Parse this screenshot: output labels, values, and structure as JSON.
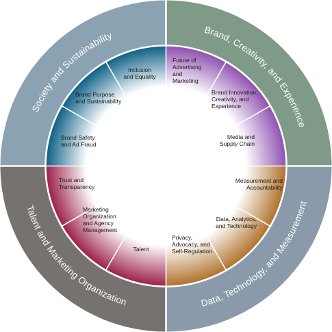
{
  "quadrants": [
    {
      "label": "Brand, Creativity, and Experience",
      "color": "#7f9a87",
      "gradient": "#7f9a87"
    },
    {
      "label": "Data, Technology, and Measurement",
      "color": "#8a9aaa",
      "gradient": "#8a9aaa"
    },
    {
      "label": "Talent and Marketing Organization",
      "color": "#76726f",
      "gradient": "#76726f"
    },
    {
      "label": "Society and Sustainability",
      "color": "#8ba2b2",
      "gradient": "#8ba2b2"
    }
  ],
  "segments": [
    {
      "lines": [
        "Future of",
        "Advertising",
        "and",
        "Marketing"
      ],
      "color": "#8e4fb0"
    },
    {
      "lines": [
        "Brand Innovation,",
        "Creativity, and",
        "Experience"
      ],
      "color": "#8e4fb0"
    },
    {
      "lines": [
        "Media and",
        "Supply Chain"
      ],
      "color": "#8e4fb0"
    },
    {
      "lines": [
        "Measurement and",
        "Accountability"
      ],
      "color": "#b0702a"
    },
    {
      "lines": [
        "Data, Analytics,",
        "and Technology"
      ],
      "color": "#b0702a"
    },
    {
      "lines": [
        "Privacy,",
        "Advocacy, and",
        "Self-Regulation"
      ],
      "color": "#b0702a"
    },
    {
      "lines": [
        "Talent"
      ],
      "color": "#9a1e45"
    },
    {
      "lines": [
        "Marketing",
        "Organization",
        "and Agency",
        "Management"
      ],
      "color": "#9a1e45"
    },
    {
      "lines": [
        "Trust and",
        "Transparency"
      ],
      "color": "#9a1e45"
    },
    {
      "lines": [
        "Brand Safety",
        "and Ad Fraud"
      ],
      "color": "#0c5f86"
    },
    {
      "lines": [
        "Brand Purpose",
        "and Sustainability"
      ],
      "color": "#0c5f86"
    },
    {
      "lines": [
        "Inclusion",
        "and Equality"
      ],
      "color": "#0c5f86"
    }
  ]
}
